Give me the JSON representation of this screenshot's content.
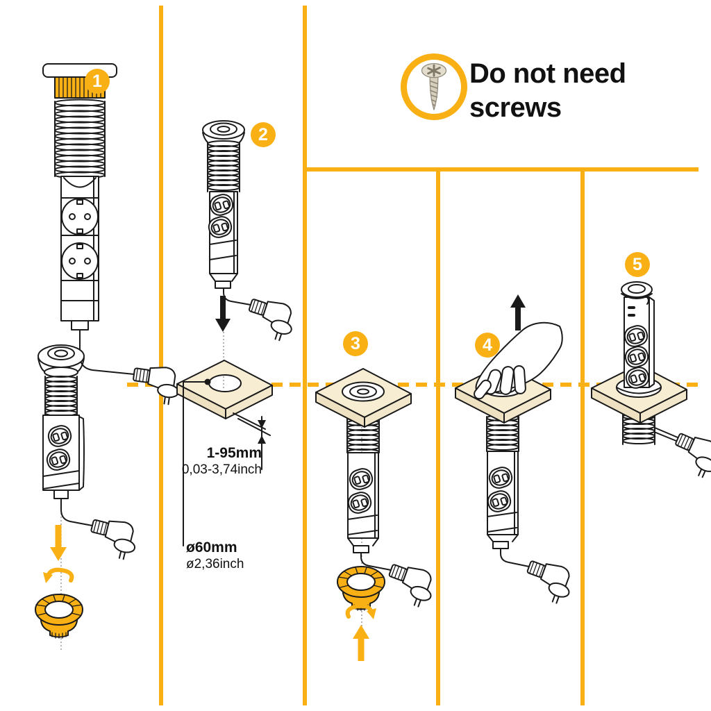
{
  "note": {
    "text": "Do not need screws",
    "icon": "screw-icon"
  },
  "steps": [
    {
      "number": "1"
    },
    {
      "number": "2"
    },
    {
      "number": "3"
    },
    {
      "number": "4"
    },
    {
      "number": "5"
    }
  ],
  "dimensions": {
    "panel_thickness": {
      "metric": "1-95mm",
      "imperial": "0,03-3,74inch"
    },
    "hole_diameter": {
      "metric": "ø60mm",
      "imperial": "ø2,36inch"
    }
  },
  "colors": {
    "accent": "#F9B015",
    "countertop": "#F6EDD2",
    "outline": "#1A1A1A"
  }
}
